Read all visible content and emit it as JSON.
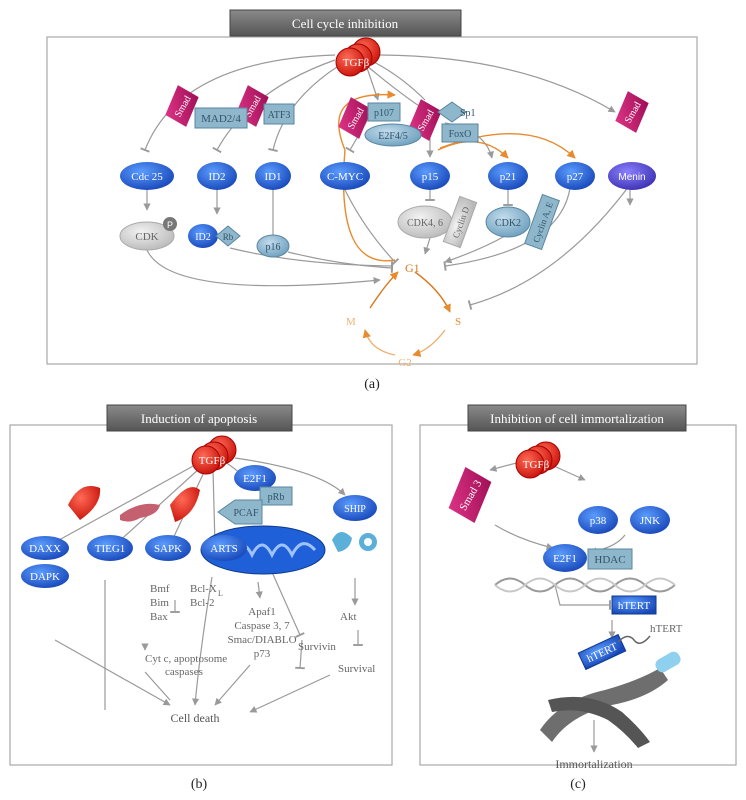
{
  "panel_a": {
    "header": "Cell cycle inhibition",
    "caption": "(a)",
    "tgf": "TGFβ",
    "smad": "Smad",
    "mad24": "MAD2/4",
    "atf3": "ATF3",
    "p107": "p107",
    "e2f45": "E2F4/5",
    "sp1": "Sp1",
    "foxo": "FoxO",
    "cdc25": "Cdc 25",
    "id2": "ID2",
    "id1": "ID1",
    "cmyc": "C-MYC",
    "p15": "p15",
    "p21": "p21",
    "p27": "p27",
    "menin": "Menin",
    "cdk": "CDK",
    "p": "P",
    "id2b": "ID2",
    "rb": "Rb",
    "p16": "p16",
    "cdk46": "CDK4, 6",
    "cyclin_d": "Cyclin D",
    "cdk2": "CDK2",
    "cyclin_ae": "Cyclin A, E",
    "g1": "G1",
    "s": "S",
    "g2": "G2",
    "m": "M"
  },
  "panel_b": {
    "header": "Induction of apoptosis",
    "caption": "(b)",
    "tgf": "TGFβ",
    "e2f1": "E2F1",
    "prb": "pRb",
    "pcaf": "PCAF",
    "ship": "SHIP",
    "daxx": "DAXX",
    "dapk": "DAPK",
    "tieg1": "TIEG1",
    "sapk": "SAPK",
    "arts": "ARTS",
    "bmf": "Bmf",
    "bim": "Bim",
    "bax": "Bax",
    "bclxl": "Bcl-X",
    "bclxl_sub": "L",
    "bcl2": "Bcl-2",
    "apaf1": "Apaf1",
    "caspase37": "Caspase 3, 7",
    "smac": "Smac/DIABLO",
    "p73": "p73",
    "survivin": "Survivin",
    "akt": "Akt",
    "survival": "Survival",
    "cytc": "Cyt c, apoptosome",
    "caspases": "caspases",
    "celldeath": "Cell death"
  },
  "panel_c": {
    "header": "Inhibition of cell immortalization",
    "caption": "(c)",
    "tgf": "TGFβ",
    "smad3": "Smad 3",
    "p38": "p38",
    "jnk": "JNK",
    "e2f1": "E2F1",
    "hdac": "HDAC",
    "htert_gene": "hTERT",
    "htert_protein": "hTERT",
    "htert_rna": "hTERT",
    "immortalization": "Immortalization"
  },
  "colors": {
    "header_fill": "#6e6e6e",
    "blue_node": "#1f5fd8",
    "light_blue": "#7fb0c8",
    "magenta": "#c2186b",
    "red": "#e0201a",
    "menin": "#5a4fd0",
    "orange": "#e88a2e",
    "gray_line": "#9a9a9a"
  }
}
